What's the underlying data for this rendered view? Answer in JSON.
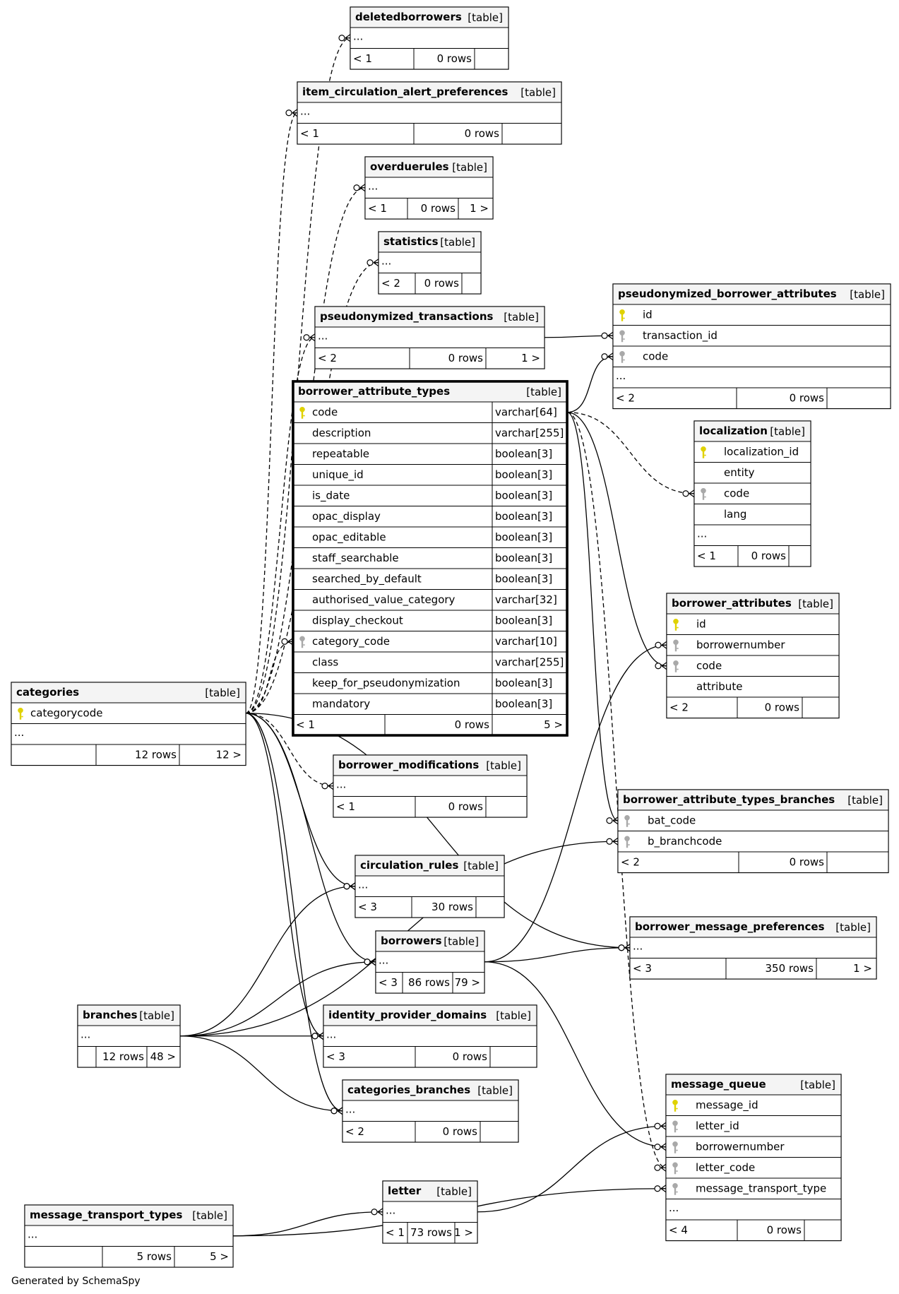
{
  "footer": "Generated by SchemaSpy",
  "table_tag": "[table]",
  "tables": [
    {
      "id": "deletedborrowers",
      "name": "deletedborrowers",
      "cols": [],
      "ellipsis": "...",
      "footer": [
        "< 1",
        "0 rows",
        ""
      ]
    },
    {
      "id": "icap",
      "name": "item_circulation_alert_preferences",
      "cols": [],
      "ellipsis": "...",
      "footer": [
        "< 1",
        "0 rows",
        ""
      ]
    },
    {
      "id": "overduerules",
      "name": "overduerules",
      "cols": [],
      "ellipsis": "...",
      "footer": [
        "< 1",
        "0 rows",
        "1 >"
      ]
    },
    {
      "id": "statistics",
      "name": "statistics",
      "cols": [],
      "ellipsis": "...",
      "footer": [
        "< 2",
        "0 rows",
        ""
      ]
    },
    {
      "id": "ptrans",
      "name": "pseudonymized_transactions",
      "cols": [],
      "ellipsis": "...",
      "footer": [
        "< 2",
        "0 rows",
        "1 >"
      ]
    },
    {
      "id": "pba",
      "name": "pseudonymized_borrower_attributes",
      "ellipsis": "...",
      "footer": [
        "< 2",
        "0 rows",
        ""
      ],
      "cols": [
        {
          "name": "id",
          "key": "pk"
        },
        {
          "name": "transaction_id",
          "key": "fk"
        },
        {
          "name": "code",
          "key": "fk"
        }
      ]
    },
    {
      "id": "bat",
      "name": "borrower_attribute_types",
      "ellipsis": null,
      "footer": [
        "< 1",
        "0 rows",
        "5 >"
      ],
      "cols": [
        {
          "name": "code",
          "type": "varchar[64]",
          "key": "pk"
        },
        {
          "name": "description",
          "type": "varchar[255]",
          "key": ""
        },
        {
          "name": "repeatable",
          "type": "boolean[3]",
          "key": ""
        },
        {
          "name": "unique_id",
          "type": "boolean[3]",
          "key": ""
        },
        {
          "name": "is_date",
          "type": "boolean[3]",
          "key": ""
        },
        {
          "name": "opac_display",
          "type": "boolean[3]",
          "key": ""
        },
        {
          "name": "opac_editable",
          "type": "boolean[3]",
          "key": ""
        },
        {
          "name": "staff_searchable",
          "type": "boolean[3]",
          "key": ""
        },
        {
          "name": "searched_by_default",
          "type": "boolean[3]",
          "key": ""
        },
        {
          "name": "authorised_value_category",
          "type": "varchar[32]",
          "key": ""
        },
        {
          "name": "display_checkout",
          "type": "boolean[3]",
          "key": ""
        },
        {
          "name": "category_code",
          "type": "varchar[10]",
          "key": "fk"
        },
        {
          "name": "class",
          "type": "varchar[255]",
          "key": ""
        },
        {
          "name": "keep_for_pseudonymization",
          "type": "boolean[3]",
          "key": ""
        },
        {
          "name": "mandatory",
          "type": "boolean[3]",
          "key": ""
        }
      ]
    },
    {
      "id": "localization",
      "name": "localization",
      "ellipsis": "...",
      "footer": [
        "< 1",
        "0 rows",
        ""
      ],
      "cols": [
        {
          "name": "localization_id",
          "key": "pk"
        },
        {
          "name": "entity",
          "key": ""
        },
        {
          "name": "code",
          "key": "fk"
        },
        {
          "name": "lang",
          "key": ""
        }
      ]
    },
    {
      "id": "battr",
      "name": "borrower_attributes",
      "ellipsis": null,
      "footer": [
        "< 2",
        "0 rows",
        ""
      ],
      "cols": [
        {
          "name": "id",
          "key": "pk"
        },
        {
          "name": "borrowernumber",
          "key": "fk"
        },
        {
          "name": "code",
          "key": "fk"
        },
        {
          "name": "attribute",
          "key": ""
        }
      ]
    },
    {
      "id": "categories",
      "name": "categories",
      "ellipsis": "...",
      "footer": [
        "",
        "12 rows",
        "12 >"
      ],
      "cols": [
        {
          "name": "categorycode",
          "key": "pk"
        }
      ]
    },
    {
      "id": "bmod",
      "name": "borrower_modifications",
      "cols": [],
      "ellipsis": "...",
      "footer": [
        "< 1",
        "0 rows",
        ""
      ]
    },
    {
      "id": "batb",
      "name": "borrower_attribute_types_branches",
      "ellipsis": null,
      "footer": [
        "< 2",
        "0 rows",
        ""
      ],
      "cols": [
        {
          "name": "bat_code",
          "key": "fk"
        },
        {
          "name": "b_branchcode",
          "key": "fk"
        }
      ]
    },
    {
      "id": "circ",
      "name": "circulation_rules",
      "cols": [],
      "ellipsis": "...",
      "footer": [
        "< 3",
        "30 rows",
        ""
      ]
    },
    {
      "id": "bmp",
      "name": "borrower_message_preferences",
      "cols": [],
      "ellipsis": "...",
      "footer": [
        "< 3",
        "350 rows",
        "1 >"
      ]
    },
    {
      "id": "borrowers",
      "name": "borrowers",
      "cols": [],
      "ellipsis": "...",
      "footer": [
        "< 3",
        "86 rows",
        "79 >"
      ]
    },
    {
      "id": "branches",
      "name": "branches",
      "cols": [],
      "ellipsis": "...",
      "footer": [
        "",
        "12 rows",
        "48 >"
      ]
    },
    {
      "id": "ipd",
      "name": "identity_provider_domains",
      "cols": [],
      "ellipsis": "...",
      "footer": [
        "< 3",
        "0 rows",
        ""
      ]
    },
    {
      "id": "catbr",
      "name": "categories_branches",
      "cols": [],
      "ellipsis": "...",
      "footer": [
        "< 2",
        "0 rows",
        ""
      ]
    },
    {
      "id": "mq",
      "name": "message_queue",
      "ellipsis": "...",
      "footer": [
        "< 4",
        "0 rows",
        ""
      ],
      "cols": [
        {
          "name": "message_id",
          "key": "pk"
        },
        {
          "name": "letter_id",
          "key": "fk"
        },
        {
          "name": "borrowernumber",
          "key": "fk"
        },
        {
          "name": "letter_code",
          "key": "fk"
        },
        {
          "name": "message_transport_type",
          "key": "fk"
        }
      ]
    },
    {
      "id": "letter",
      "name": "letter",
      "cols": [],
      "ellipsis": "...",
      "footer": [
        "< 1",
        "73 rows",
        "1 >"
      ]
    },
    {
      "id": "mtt",
      "name": "message_transport_types",
      "cols": [],
      "ellipsis": "...",
      "footer": [
        "",
        "5 rows",
        "5 >"
      ]
    }
  ]
}
